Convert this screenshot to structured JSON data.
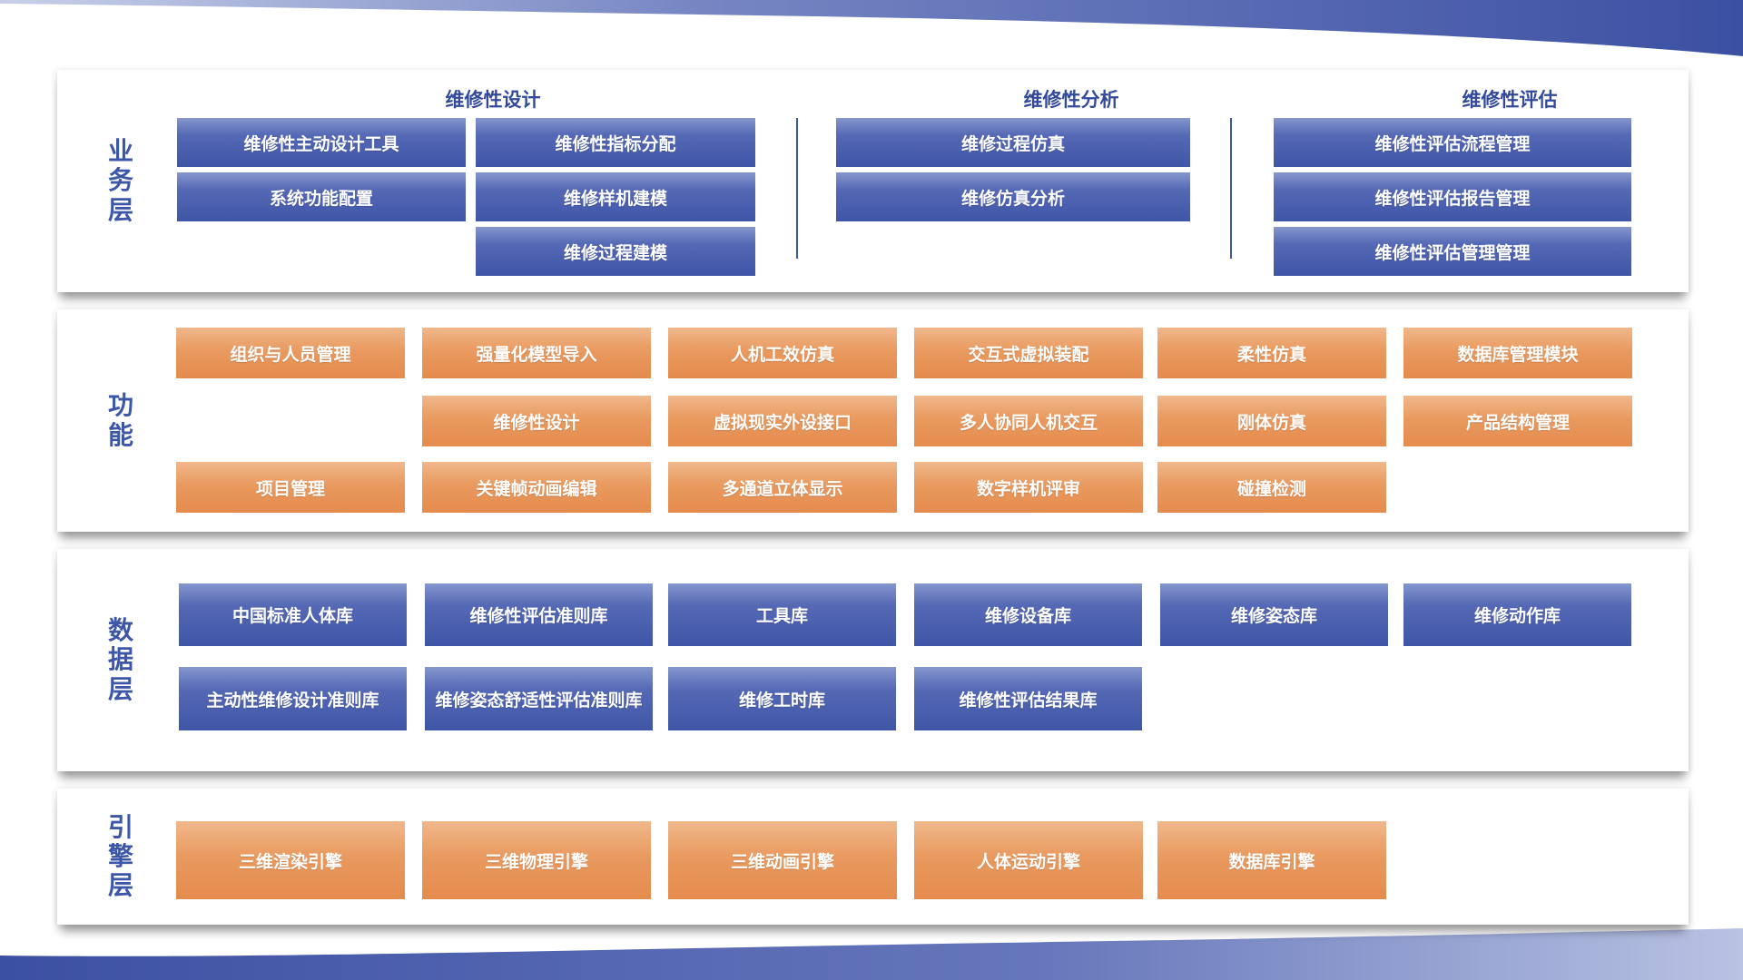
{
  "colors": {
    "blue": "#3d57a8",
    "orange": "#e8955a",
    "panel": "#ffffff"
  },
  "layers": {
    "business": {
      "label": "业务层",
      "groups": [
        {
          "title": "维修性设计",
          "boxes": [
            "维修性主动设计工具",
            "维修性指标分配",
            "系统功能配置",
            "维修样机建模",
            "维修过程建模"
          ]
        },
        {
          "title": "维修性分析",
          "boxes": [
            "维修过程仿真",
            "维修仿真分析"
          ]
        },
        {
          "title": "维修性评估",
          "boxes": [
            "维修性评估流程管理",
            "维修性评估报告管理",
            "维修性评估管理管理"
          ]
        }
      ]
    },
    "function": {
      "label": "功能",
      "boxes": [
        "组织与人员管理",
        "强量化模型导入",
        "人机工效仿真",
        "交互式虚拟装配",
        "柔性仿真",
        "数据库管理模块",
        "维修性设计",
        "虚拟现实外设接口",
        "多人协同人机交互",
        "刚体仿真",
        "产品结构管理",
        "项目管理",
        "关键帧动画编辑",
        "多通道立体显示",
        "数字样机评审",
        "碰撞检测"
      ]
    },
    "data": {
      "label": "数据层",
      "boxes": [
        "中国标准人体库",
        "维修性评估准则库",
        "工具库",
        "维修设备库",
        "维修姿态库",
        "维修动作库",
        "主动性维修设计准则库",
        "维修姿态舒适性评估准则库",
        "维修工时库",
        "维修性评估结果库"
      ]
    },
    "engine": {
      "label": "引擎层",
      "boxes": [
        "三维渲染引擎",
        "三维物理引擎",
        "三维动画引擎",
        "人体运动引擎",
        "数据库引擎"
      ]
    }
  }
}
